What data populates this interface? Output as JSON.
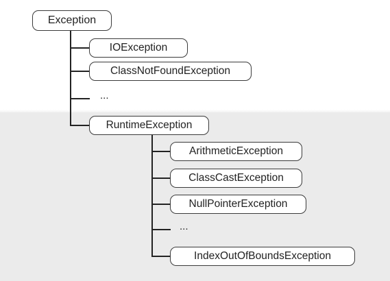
{
  "hierarchy": {
    "root": {
      "label": "Exception"
    },
    "level1": [
      {
        "label": "IOException"
      },
      {
        "label": "ClassNotFoundException"
      },
      {
        "label": "..."
      },
      {
        "label": "RuntimeException"
      }
    ],
    "runtime_children": [
      {
        "label": "ArithmeticException"
      },
      {
        "label": "ClassCastException"
      },
      {
        "label": "NullPointerException"
      },
      {
        "label": "..."
      },
      {
        "label": "IndexOutOfBoundsException"
      }
    ]
  },
  "colors": {
    "background": "#ffffff",
    "band": "#ebebeb",
    "node_border": "#3a3a3a",
    "connector": "#222222",
    "text": "#222222"
  }
}
